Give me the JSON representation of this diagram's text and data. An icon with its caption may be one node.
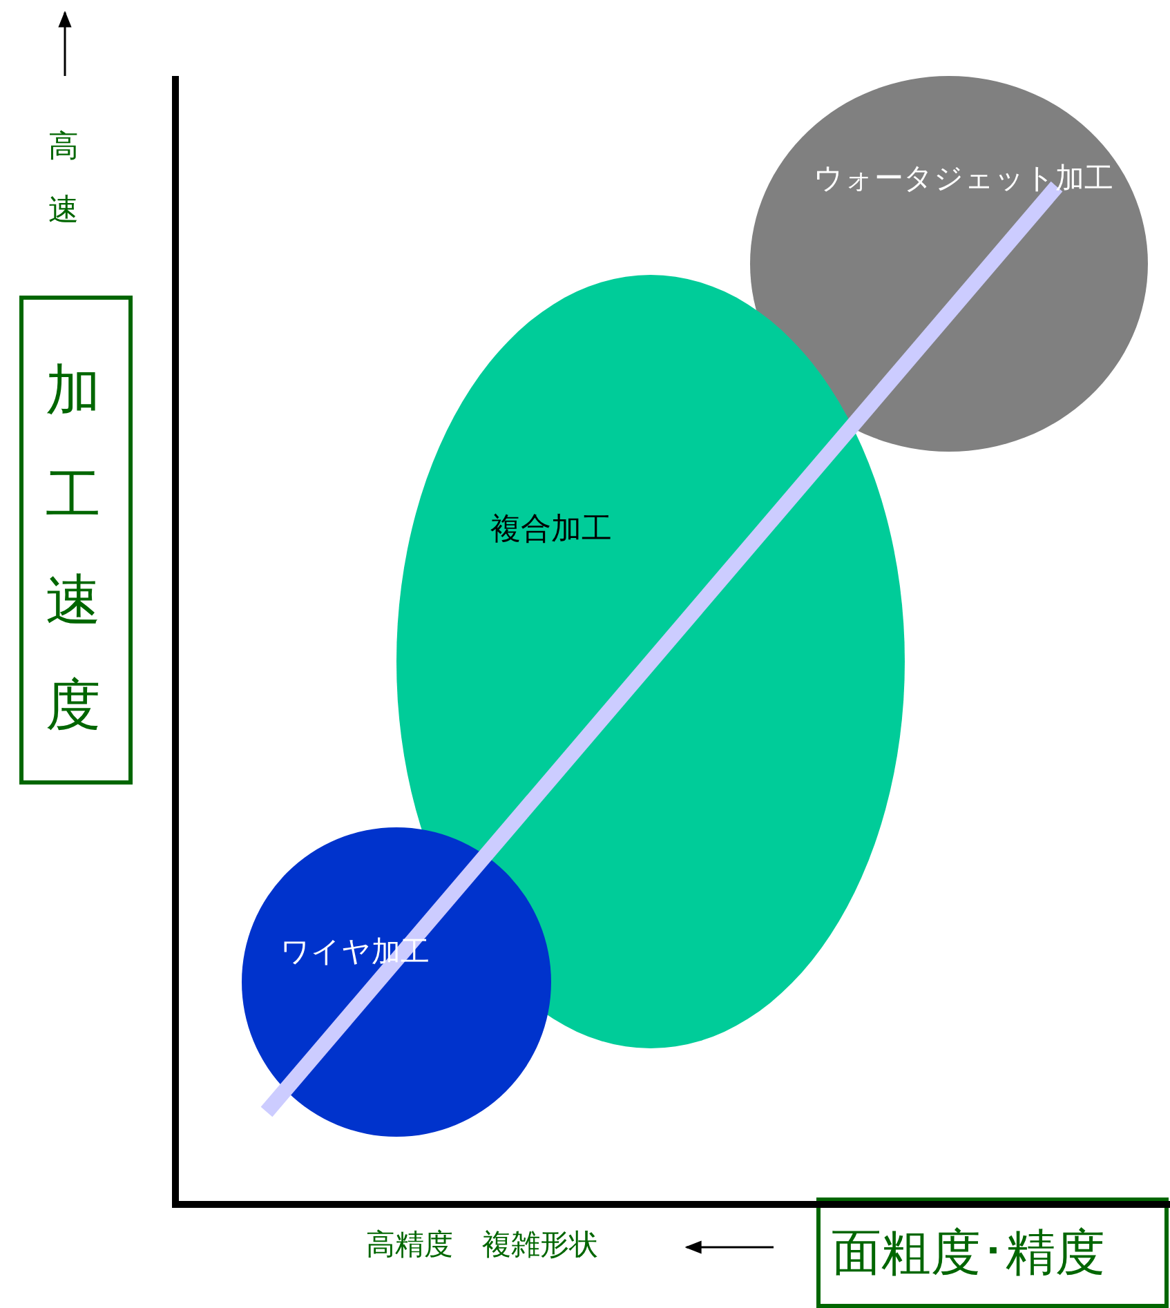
{
  "diagram": {
    "nodes": [
      {
        "text": [
          "加工速度"
        ]
      },
      {
        "text": [
          "ウォータジェット加工"
        ]
      },
      {
        "text": [
          "複合加工"
        ]
      },
      {
        "text": [
          "ワイヤ加工"
        ]
      },
      {
        "text": [
          "面粗度･精度"
        ]
      }
    ],
    "labels": [
      "高速",
      "高精度　複雑形状"
    ]
  }
}
